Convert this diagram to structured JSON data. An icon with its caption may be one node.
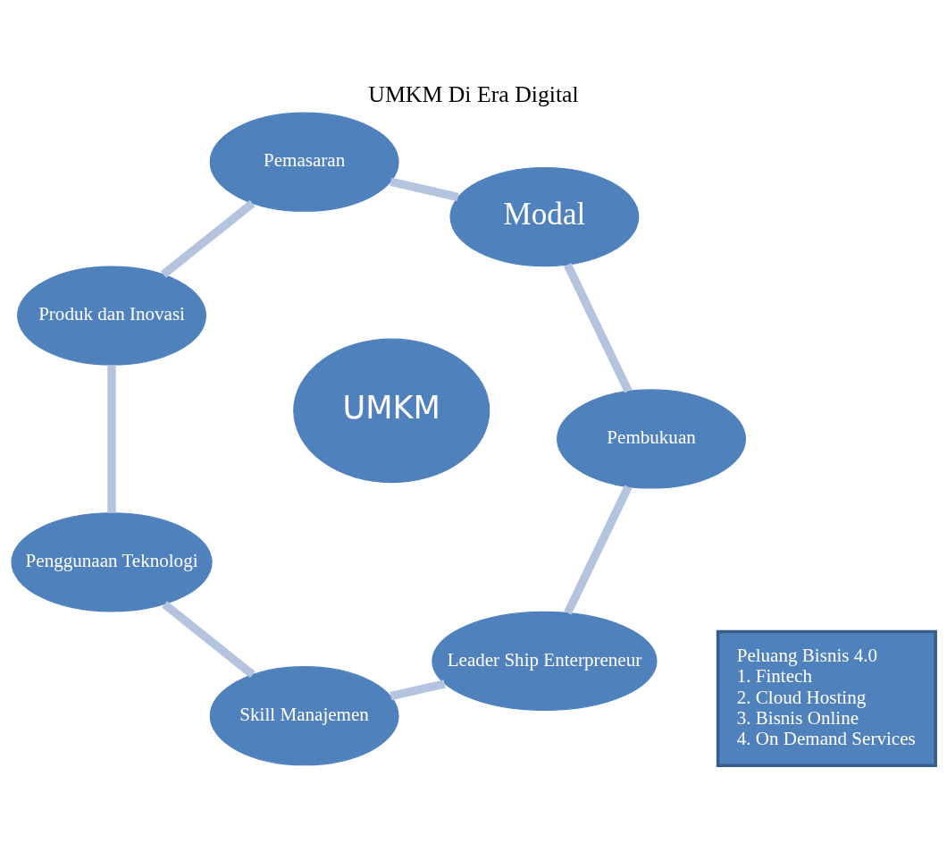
{
  "diagram": {
    "title": "UMKM Di Era Digital",
    "nodes": [
      {
        "text": [
          "Leader Ship Enterpreneur"
        ]
      },
      {
        "text": [
          "Skill Manajemen"
        ]
      },
      {
        "text": [
          "Penggunaan Teknologi"
        ]
      },
      {
        "text": [
          "Produk dan Inovasi"
        ]
      },
      {
        "text": [
          "Pemasaran"
        ]
      },
      {
        "text": [
          "Modal"
        ]
      },
      {
        "text": [
          "Pembukuan"
        ]
      },
      {
        "text": [
          "UMKM"
        ]
      },
      {
        "text": [
          "Peluang Bisnis 4.0",
          "1. Fintech",
          "2. Cloud Hosting",
          "3. Bisnis Online",
          "4. On Demand Services"
        ]
      }
    ],
    "edges": [
      {
        "from": 0,
        "to": 1,
        "arrow": "none"
      },
      {
        "from": 1,
        "to": 2,
        "arrow": "none"
      },
      {
        "from": 2,
        "to": 3,
        "arrow": "none"
      },
      {
        "from": 3,
        "to": 4,
        "arrow": "none"
      },
      {
        "from": 4,
        "to": 5,
        "arrow": "none"
      },
      {
        "from": 5,
        "to": 6,
        "arrow": "none"
      },
      {
        "from": 6,
        "to": 0,
        "arrow": "none"
      }
    ]
  }
}
